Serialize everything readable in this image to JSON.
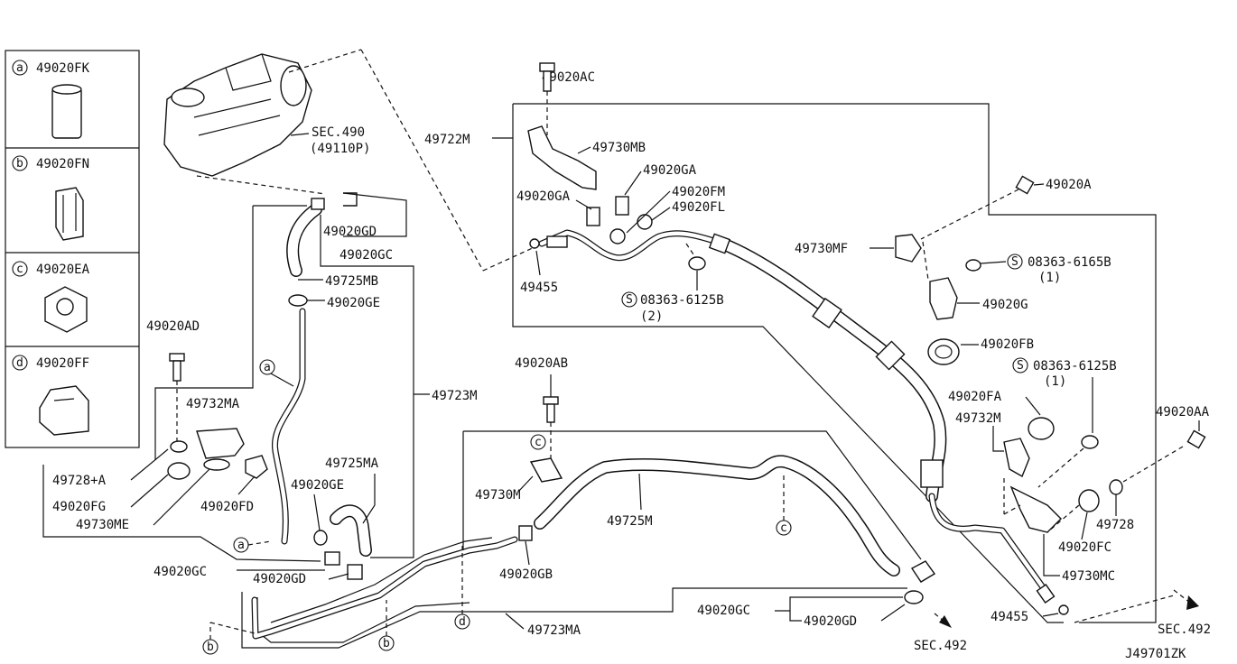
{
  "legend": {
    "items": [
      {
        "letter": "a",
        "part": "49020FK"
      },
      {
        "letter": "b",
        "part": "49020FN"
      },
      {
        "letter": "c",
        "part": "49020EA"
      },
      {
        "letter": "d",
        "part": "49020FF"
      }
    ]
  },
  "labels": {
    "sec490": "SEC.490",
    "sec490_sub": "(49110P)",
    "p49020GD_top": "49020GD",
    "p49020GC_top": "49020GC",
    "p49725MB": "49725MB",
    "p49020GE_top": "49020GE",
    "p49020AD": "49020AD",
    "p49732MA": "49732MA",
    "p49728A": "49728+A",
    "p49020FG": "49020FG",
    "p49730ME": "49730ME",
    "p49020FD": "49020FD",
    "p49020GE_mid": "49020GE",
    "p49725MA": "49725MA",
    "p49723M": "49723M",
    "p49020GC_bot": "49020GC",
    "p49020GD_bot": "49020GD",
    "p49020AC": "49020AC",
    "p49722M": "49722M",
    "p49730MB": "49730MB",
    "p49020GA_1": "49020GA",
    "p49020GA_2": "49020GA",
    "p49020FM": "49020FM",
    "p49020FL": "49020FL",
    "p49455_1": "49455",
    "p08363_6125B_1": "08363-6125B",
    "qty_2": "(2)",
    "p49020AB": "49020AB",
    "p49730M": "49730M",
    "p49725M": "49725M",
    "p49020GB": "49020GB",
    "p49723MA": "49723MA",
    "p49020GC_r": "49020GC",
    "p49020GD_r": "49020GD",
    "sec492_1": "SEC.492",
    "p49020A": "49020A",
    "p49730MF": "49730MF",
    "p08363_6165B": "08363-6165B",
    "qty_1a": "(1)",
    "p49020G": "49020G",
    "p49020FB": "49020FB",
    "p08363_6125B_2": "08363-6125B",
    "qty_1b": "(1)",
    "p49020FA": "49020FA",
    "p49732M": "49732M",
    "p49020AA": "49020AA",
    "p49728": "49728",
    "p49020FC": "49020FC",
    "p49730MC": "49730MC",
    "p49455_2": "49455",
    "sec492_2": "SEC.492",
    "diagram_id": "J49701ZK"
  },
  "callouts": {
    "a": "a",
    "b": "b",
    "c": "c",
    "d": "d",
    "s": "S"
  }
}
